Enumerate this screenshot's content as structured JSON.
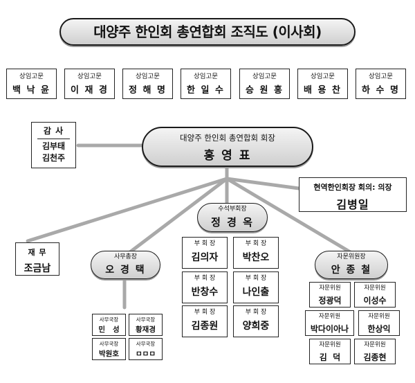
{
  "title": "대양주 한인회 총연합회 조직도 (이사회)",
  "advisors": [
    {
      "role": "상임고문",
      "name": "백 낙 윤"
    },
    {
      "role": "상임고문",
      "name": "이 재 경"
    },
    {
      "role": "상임고문",
      "name": "정 해 명"
    },
    {
      "role": "상임고문",
      "name": "한 일 수"
    },
    {
      "role": "상임고문",
      "name": "승 원 홍"
    },
    {
      "role": "상임고문",
      "name": "배 용 찬"
    },
    {
      "role": "상임고문",
      "name": "하 수 명"
    }
  ],
  "auditor": {
    "role": "감 사",
    "names": [
      "김부태",
      "김천주"
    ]
  },
  "president": {
    "role": "대양주 한인회 총연합회 회장",
    "name": "홍 영 표"
  },
  "chair": {
    "role": "현역한인회장 회의: 의장",
    "name": "김병일"
  },
  "senior_vp": {
    "role": "수석부회장",
    "name": "정 경 옥"
  },
  "treasury": {
    "role": "재 무",
    "name": "조금남"
  },
  "secretary_general": {
    "role": "사무총장",
    "name": "오 경 택"
  },
  "secretariat": [
    {
      "role": "사무국장",
      "name": "민   성"
    },
    {
      "role": "사무국장",
      "name": "황재경"
    },
    {
      "role": "사무국장",
      "name": "박원호"
    },
    {
      "role": "사무국장",
      "name": "ㅁㅁㅁ"
    }
  ],
  "vice_presidents": [
    {
      "role": "부 회 장",
      "name": "김의자"
    },
    {
      "role": "부 회 장",
      "name": "박찬오"
    },
    {
      "role": "부 회 장",
      "name": "반창수"
    },
    {
      "role": "부 회 장",
      "name": "나인출"
    },
    {
      "role": "부 회 장",
      "name": "김종원"
    },
    {
      "role": "부 회 장",
      "name": "양희중"
    }
  ],
  "advisory_chair": {
    "role": "자문위원장",
    "name": "안 종 철"
  },
  "advisory_members": [
    {
      "role": "자문위원",
      "name": "정광덕"
    },
    {
      "role": "자문위원",
      "name": "이성수"
    },
    {
      "role": "자문위원",
      "name": "박다이아나"
    },
    {
      "role": "자문위원",
      "name": "한상익"
    },
    {
      "role": "자문위원",
      "name": "김  덕"
    },
    {
      "role": "자문위원",
      "name": "김종현"
    }
  ]
}
